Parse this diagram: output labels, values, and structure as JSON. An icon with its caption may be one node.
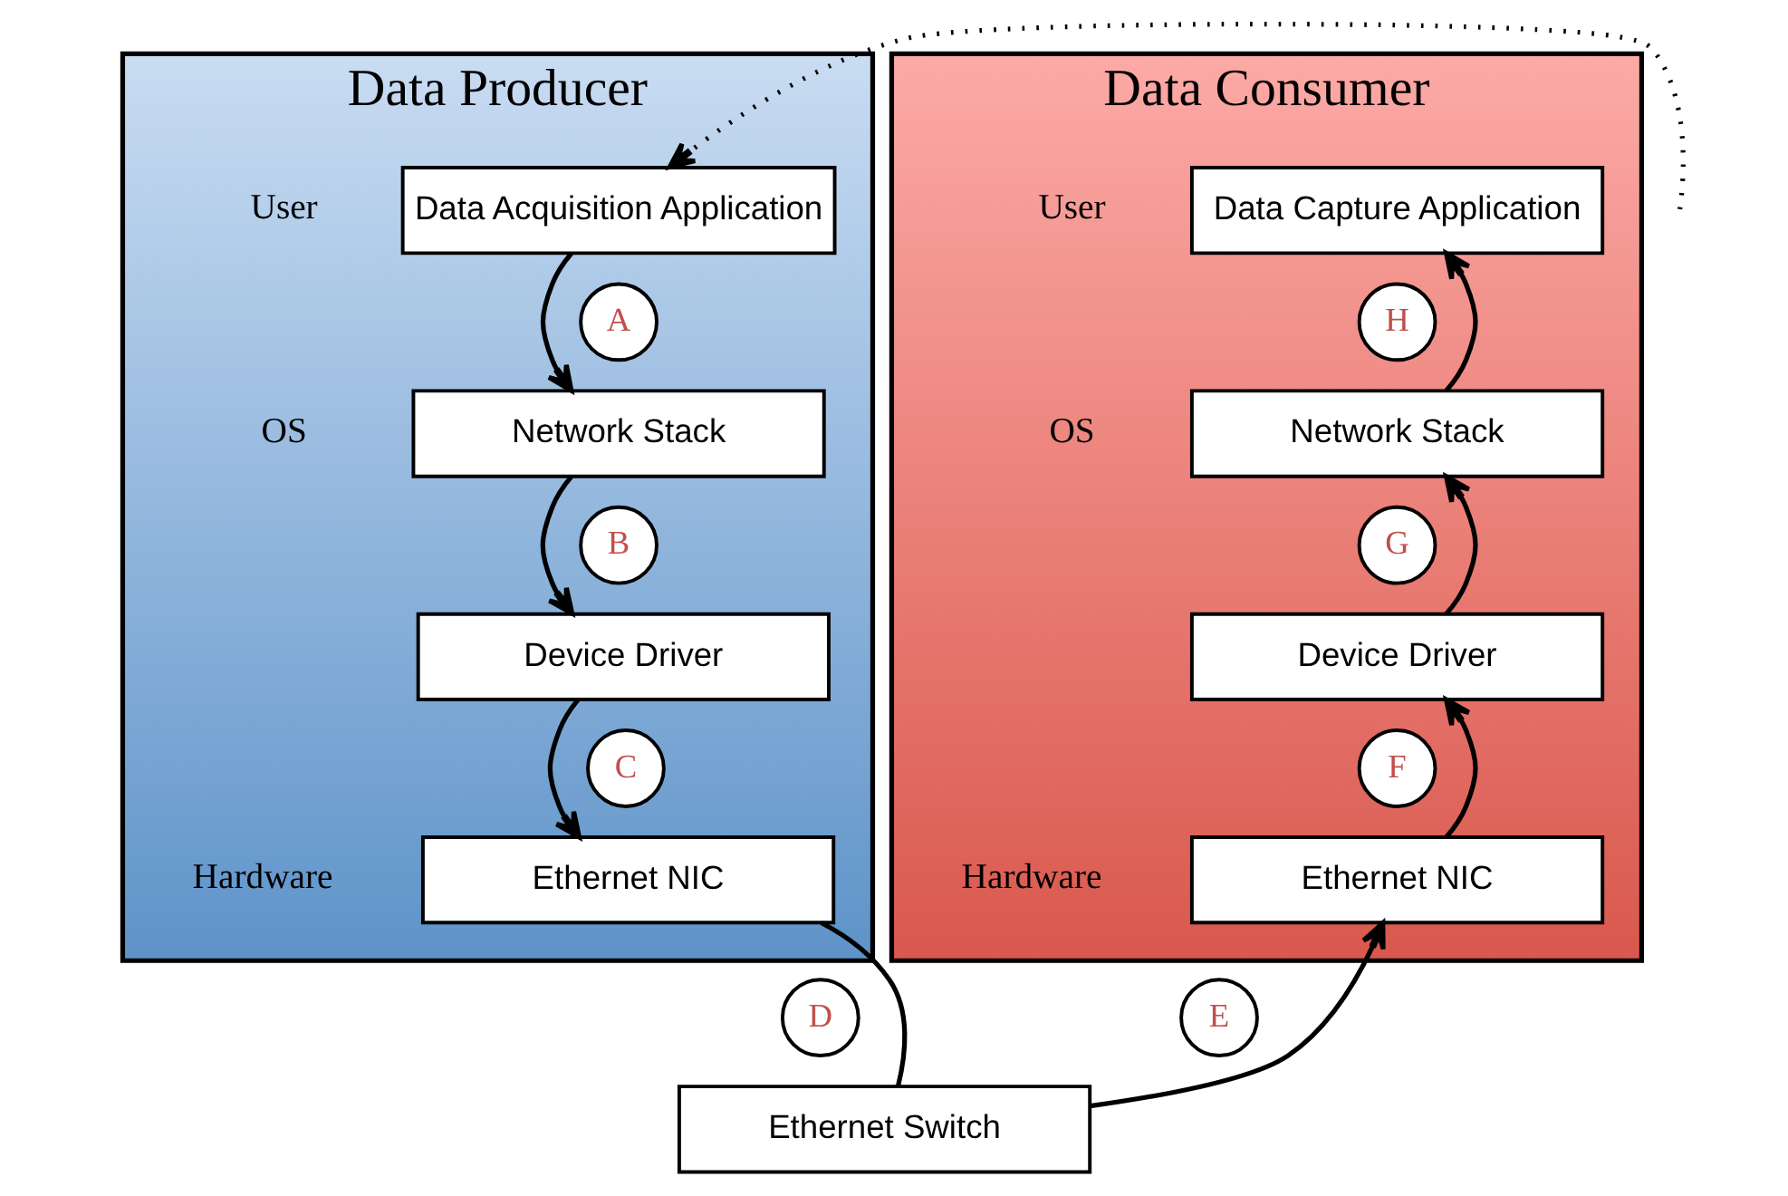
{
  "diagram": {
    "nodes": [
      {
        "text": [
          "Data Producer"
        ]
      },
      {
        "text": [
          "Data Acquisition Application"
        ],
        "in": 0
      },
      {
        "text": [
          "Network Stack"
        ],
        "in": 0
      },
      {
        "text": [
          "Device Driver"
        ],
        "in": 0
      },
      {
        "text": [
          "Ethernet NIC"
        ],
        "in": 0
      },
      {
        "text": [
          "A"
        ],
        "in": 0
      },
      {
        "text": [
          "B"
        ],
        "in": 0
      },
      {
        "text": [
          "C"
        ],
        "in": 0
      },
      {
        "text": [
          "D"
        ]
      },
      {
        "text": [
          "Data Consumer"
        ]
      },
      {
        "text": [
          "Data Capture Application"
        ],
        "in": 9
      },
      {
        "text": [
          "Network Stack"
        ],
        "in": 9
      },
      {
        "text": [
          "Device Driver"
        ],
        "in": 9
      },
      {
        "text": [
          "Ethernet NIC"
        ],
        "in": 9
      },
      {
        "text": [
          "H"
        ],
        "in": 9
      },
      {
        "text": [
          "G"
        ],
        "in": 9
      },
      {
        "text": [
          "F"
        ],
        "in": 9
      },
      {
        "text": [
          "E"
        ]
      },
      {
        "text": [
          "Ethernet Switch"
        ]
      }
    ],
    "edges": [
      {
        "from": null,
        "to": 1,
        "arrow": "to",
        "style": "dashed"
      },
      {
        "from": 1,
        "to": 2,
        "arrow": "to"
      },
      {
        "from": 2,
        "to": 3,
        "arrow": "to"
      },
      {
        "from": 3,
        "to": 4,
        "arrow": "to"
      },
      {
        "from": 4,
        "to": 18,
        "arrow": "none"
      },
      {
        "from": 18,
        "to": 13,
        "arrow": "to"
      },
      {
        "from": 13,
        "to": 12,
        "arrow": "to"
      },
      {
        "from": 12,
        "to": 11,
        "arrow": "to"
      },
      {
        "from": 11,
        "to": 10,
        "arrow": "to"
      }
    ],
    "labels": [
      "User",
      "OS",
      "Hardware",
      "User",
      "OS",
      "Hardware"
    ]
  }
}
